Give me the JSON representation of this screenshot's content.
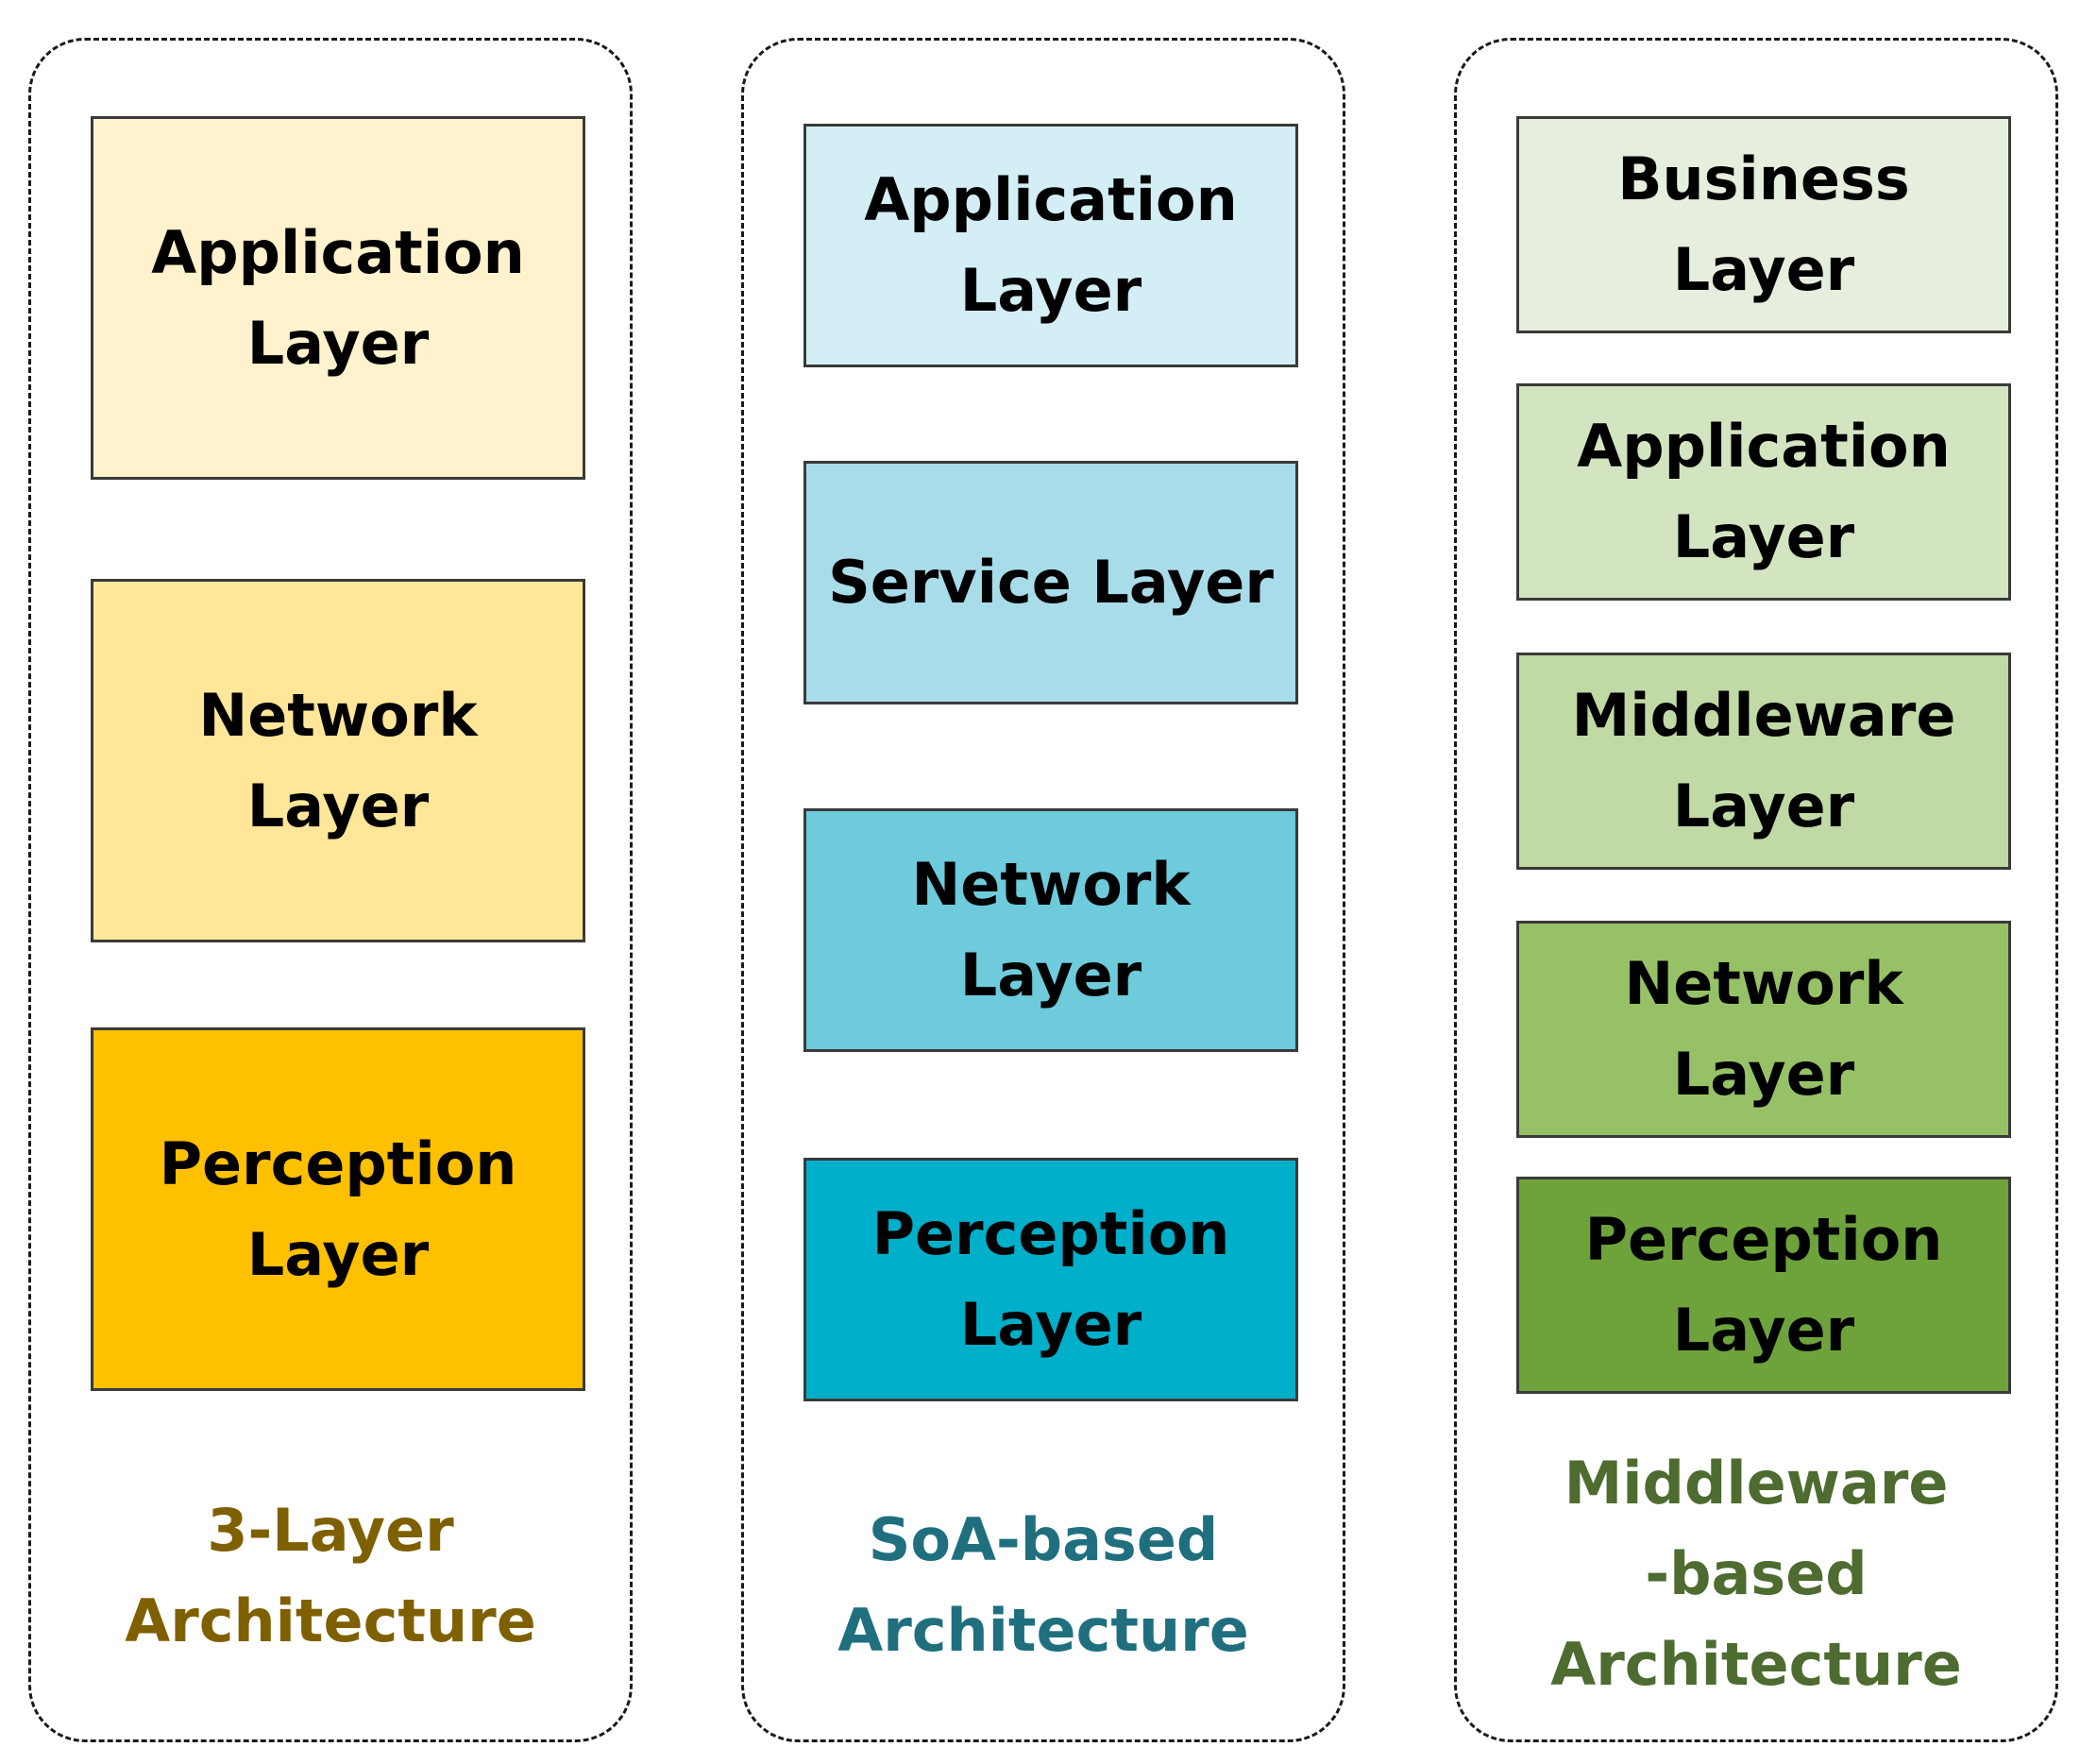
{
  "architectures": [
    {
      "title_line1": "3-Layer",
      "title_line2": "Architecture",
      "title_color": "#7f6000",
      "layers": [
        {
          "line1": "Application",
          "line2": "Layer",
          "color": "#fff2cc"
        },
        {
          "line1": "Network",
          "line2": "Layer",
          "color": "#ffe699"
        },
        {
          "line1": "Perception",
          "line2": "Layer",
          "color": "#ffc000"
        }
      ]
    },
    {
      "title_line1": "SoA-based",
      "title_line2": "Architecture",
      "title_color": "#1f6f7f",
      "layers": [
        {
          "line1": "Application",
          "line2": "Layer",
          "color": "#d3eef5"
        },
        {
          "line1": "Service Layer",
          "line2": "",
          "color": "#a9dce9"
        },
        {
          "line1": "Network",
          "line2": "Layer",
          "color": "#6dcbdc"
        },
        {
          "line1": "Perception",
          "line2": "Layer",
          "color": "#00afc9"
        }
      ]
    },
    {
      "title_line1": "Middleware",
      "title_line2": "-based",
      "title_line3": "Architecture",
      "title_color": "#4e6b30",
      "layers": [
        {
          "line1": "Business",
          "line2": "Layer",
          "color": "#e6eedd"
        },
        {
          "line1": "Application",
          "line2": "Layer",
          "color": "#d3e4c1"
        },
        {
          "line1": "Middleware",
          "line2": "Layer",
          "color": "#c1d9a5"
        },
        {
          "line1": "Network",
          "line2": "Layer",
          "color": "#97c166"
        },
        {
          "line1": "Perception",
          "line2": "Layer",
          "color": "#6ea33c"
        }
      ]
    }
  ]
}
